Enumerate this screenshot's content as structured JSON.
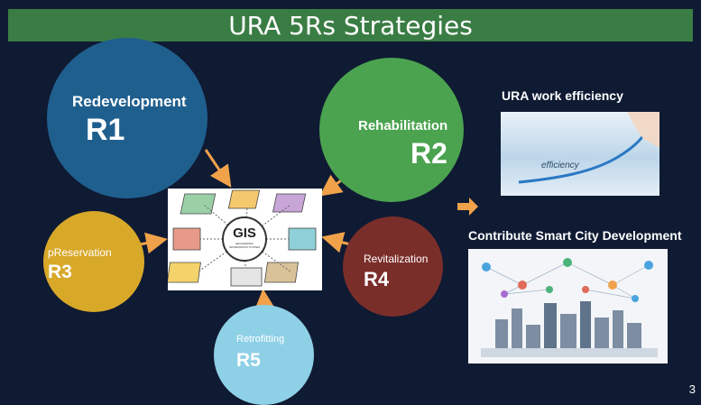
{
  "title": "URA 5Rs Strategies",
  "strategies": [
    {
      "word": "Redevelopment",
      "code": "R1",
      "color": "#1f5f8e"
    },
    {
      "word": "Rehabilitation",
      "code": "R2",
      "color": "#4ba34f"
    },
    {
      "word": "pReservation",
      "code": "R3",
      "color": "#d8a829"
    },
    {
      "word": "Revitalization",
      "code": "R4",
      "color": "#7a2e2a"
    },
    {
      "word": "Retrofitting",
      "code": "R5",
      "color": "#8ed0e6"
    }
  ],
  "center": {
    "label": "GIS",
    "sublabel": "GEOGRAPHIC INFORMATION SYSTEM"
  },
  "right": {
    "efficiency_title": "URA work efficiency",
    "efficiency_word": "efficiency",
    "smart_city_title": "Contribute Smart City Development"
  },
  "page_number": "3",
  "colors": {
    "background": "#0f1a33",
    "title_bar": "#3a7d44",
    "arrow": "#f0a24a"
  }
}
